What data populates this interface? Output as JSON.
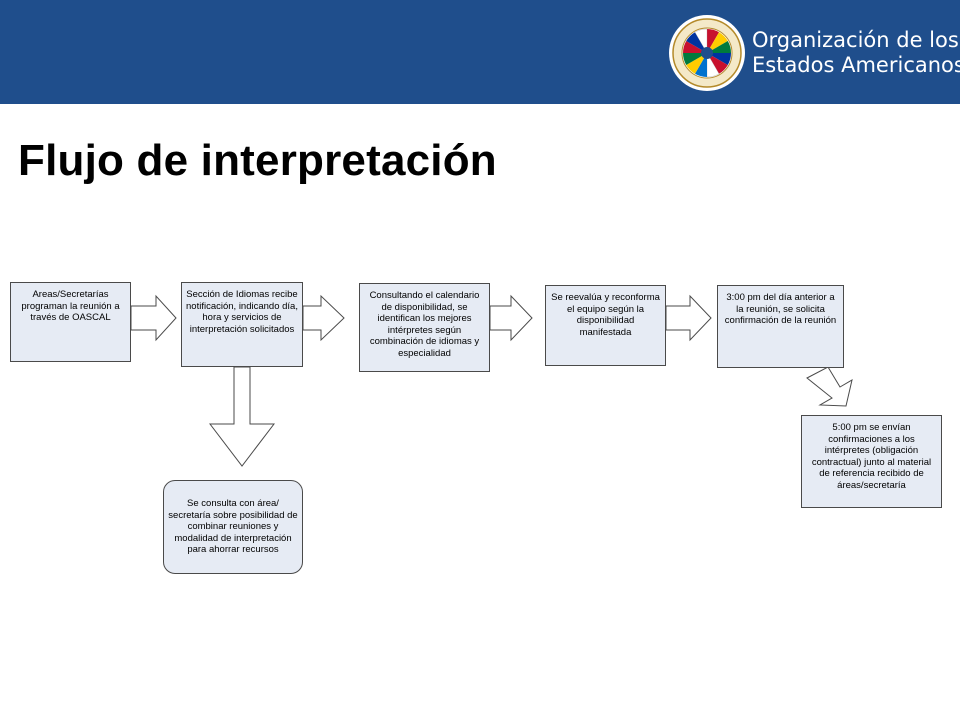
{
  "header": {
    "org_line1": "Organización de los",
    "org_line2": "Estados Americanos",
    "accent_color": "#1f4e8c",
    "logo_icon": "oas-seal-icon"
  },
  "page_title": "Flujo de interpretación",
  "diagram": {
    "box_fill": "#e6ebf4",
    "boxes": [
      {
        "id": "step1",
        "text": "Areas/Secretarías programan la reunión a través de OASCAL"
      },
      {
        "id": "step2",
        "text": "Sección de Idiomas recibe notificación, indicando día, hora y servicios de interpretación solicitados"
      },
      {
        "id": "step3",
        "text": "Consultando el calendario de disponibilidad, se identifican los mejores intérpretes según combinación de idiomas y especialidad"
      },
      {
        "id": "step4",
        "text": "Se reevalúa y reconforma el equipo según la disponibilidad manifestada"
      },
      {
        "id": "step5",
        "text": "3:00 pm del día anterior a la reunión, se solicita confirmación de la reunión"
      },
      {
        "id": "step6",
        "text": "5:00 pm se envían confirmaciones a los intérpretes (obligación contractual) junto al material de referencia recibido de áreas/secretaría"
      },
      {
        "id": "branch",
        "text": "Se consulta con área/ secretaría sobre posibilidad de combinar reuniones y modalidad de interpretación para ahorrar recursos"
      }
    ]
  }
}
